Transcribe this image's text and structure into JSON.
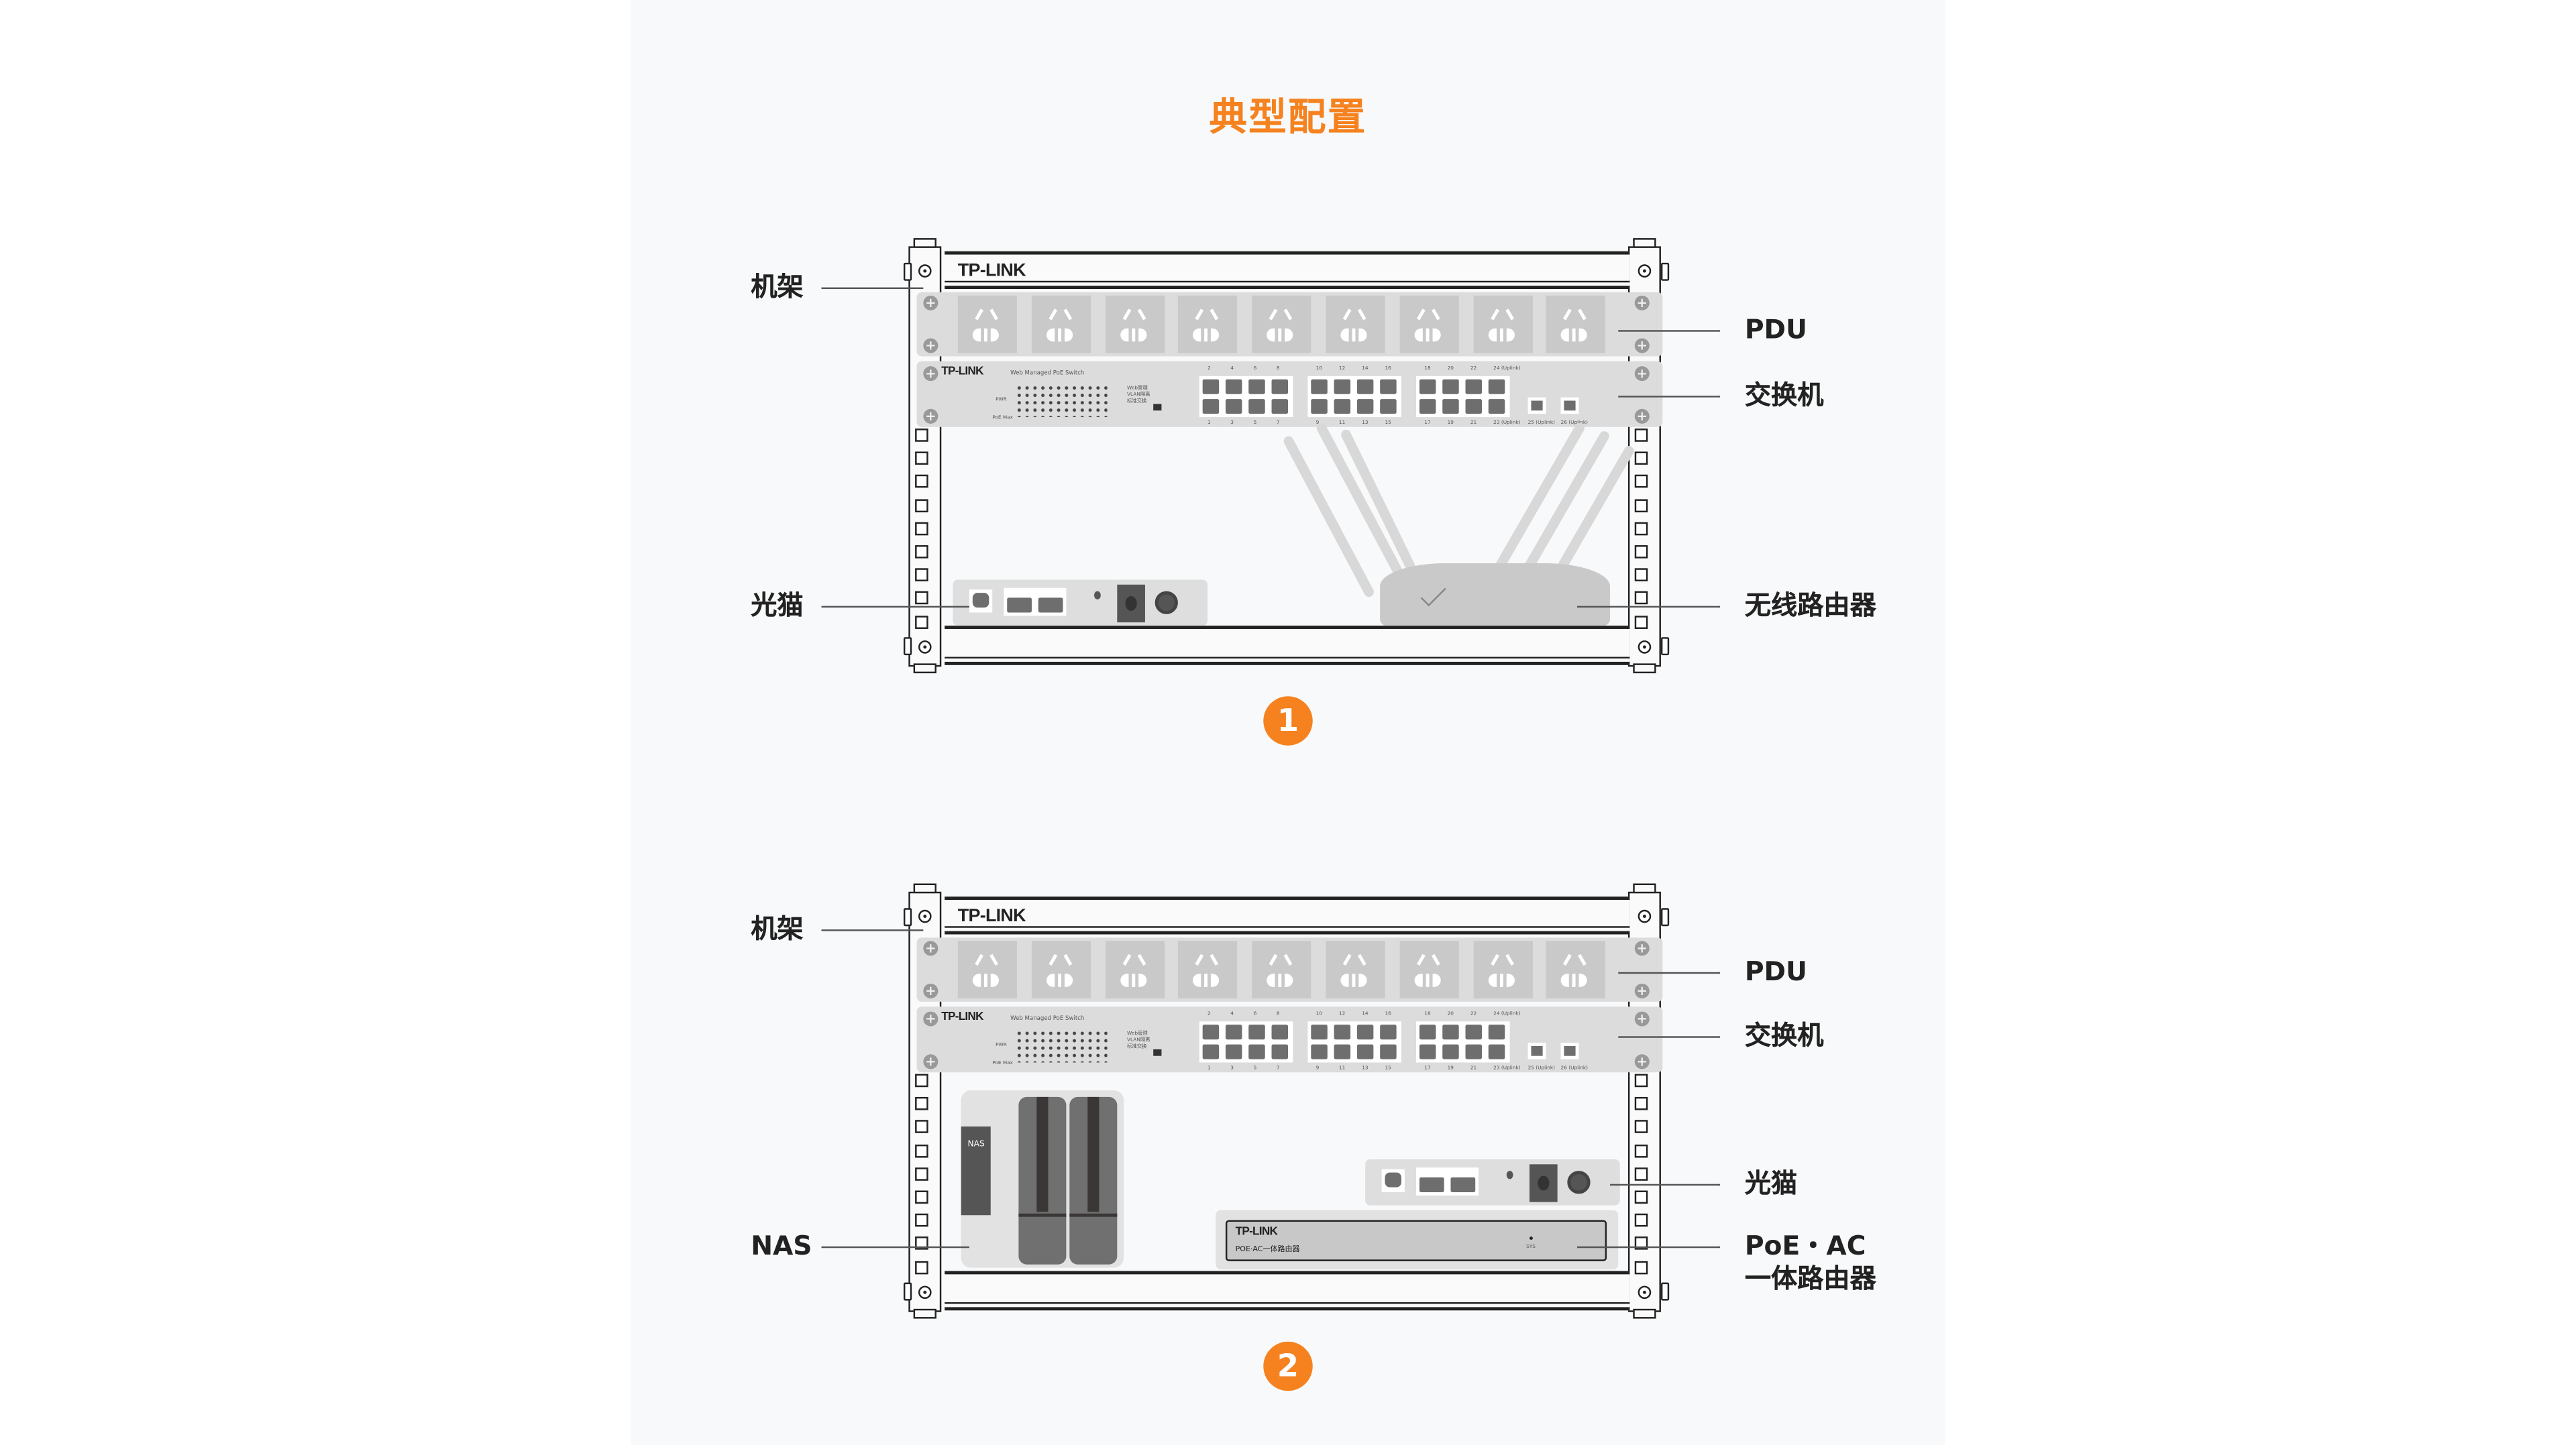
{
  "title": "典型配置",
  "brand": "TP-LINK",
  "switch_model": "Web Managed PoE Switch",
  "switch_port_top": [
    "2",
    "4",
    "6",
    "8",
    "10",
    "12",
    "14",
    "16",
    "18",
    "20",
    "22",
    "24 (Uplink)"
  ],
  "switch_port_bottom": [
    "1",
    "3",
    "5",
    "7",
    "9",
    "11",
    "13",
    "15",
    "17",
    "19",
    "21",
    "23 (Uplink)"
  ],
  "switch_sfp": [
    "25 (Uplink)",
    "26 (Uplink)"
  ],
  "switch_led_labels": [
    "PWR",
    "PoE Max"
  ],
  "switch_mode_labels": [
    "Web管理",
    "VLAN隔离",
    "标准交换"
  ],
  "racks": [
    {
      "number": "1",
      "labels": {
        "rack": "机架",
        "pdu": "PDU",
        "switch": "交换机",
        "modem": "光猫",
        "router": "无线路由器"
      }
    },
    {
      "number": "2",
      "labels": {
        "rack": "机架",
        "pdu": "PDU",
        "switch": "交换机",
        "modem": "光猫",
        "nas": "NAS",
        "poe_line1": "PoE・AC",
        "poe_line2": "一体路由器"
      },
      "nas_text": "NAS",
      "poe_router_text": "POE·AC一体路由器",
      "sys_text": "SYS"
    }
  ],
  "colors": {
    "accent": "#f5821f",
    "device": "#dcdcdc",
    "port": "#6e6e6e"
  }
}
